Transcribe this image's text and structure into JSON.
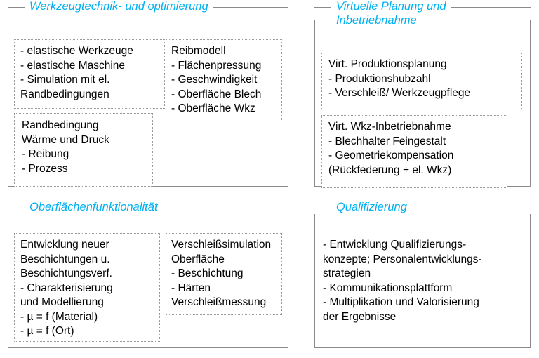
{
  "diagram": {
    "title_color": "#00b0f0",
    "frame_color": "#8a8a8a",
    "box_border_color": "#9a9a9a"
  },
  "panels": [
    {
      "id": "werkzeugtechnik",
      "legend": "Werkzeugtechnik- und optimierung",
      "boxes": [
        {
          "id": "elastische",
          "text": "- elastische Werkzeuge\n- elastische Maschine\n- Simulation mit el.\n   Randbedingungen"
        },
        {
          "id": "randbedingung",
          "text": "Randbedingung\nWärme und Druck\n - Reibung\n - Prozess"
        },
        {
          "id": "reibmodell",
          "text": "Reibmodell\n - Flächenpressung\n - Geschwindigkeit\n - Oberfläche Blech\n - Oberfläche Wkz"
        }
      ]
    },
    {
      "id": "virtuelle",
      "legend": "Virtuelle Planung und\nInbetriebnahme",
      "boxes": [
        {
          "id": "produktionsplanung",
          "text": "Virt. Produktionsplanung\n - Produktionshubzahl\n - Verschleiß/ Werkzeugpflege"
        },
        {
          "id": "wkz-inbetrieb",
          "text": "Virt. Wkz-Inbetriebnahme\n - Blechhalter Feingestalt\n - Geometriekompensation\n   (Rückfederung + el. Wkz)"
        }
      ]
    },
    {
      "id": "oberflaechen",
      "legend": "Oberflächenfunktionalität",
      "boxes": [
        {
          "id": "entwicklung-besch",
          "text": "Entwicklung neuer\nBeschichtungen u.\nBeschichtungsverf.\n - Charakterisierung\n    und Modellierung\n - µ = f (Material)\n - µ = f (Ort)"
        },
        {
          "id": "verschleiss-sim",
          "text": "Verschleißsimulation\nOberfläche\n   - Beschichtung\n   - Härten\nVerschleißmessung"
        }
      ]
    },
    {
      "id": "qualifizierung",
      "legend": "Qualifizierung",
      "boxes": [],
      "plain_text": "- Entwicklung Qualifizierungs-\n  konzepte; Personalentwicklungs-\n  strategien\n- Kommunikationsplattform\n- Multiplikation und Valorisierung\n  der Ergebnisse"
    }
  ]
}
